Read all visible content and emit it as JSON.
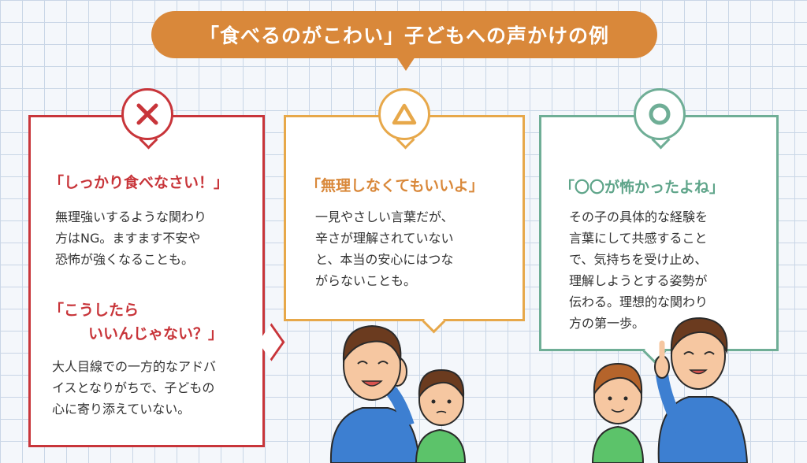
{
  "title": "「食べるのがこわい」子どもへの声かけの例",
  "colors": {
    "bad": "#c8353a",
    "mid": "#e7a84a",
    "good": "#6fae96",
    "banner": "#d9883a"
  },
  "cards": {
    "bad": {
      "icon": "cross-icon",
      "heading1": "「しっかり食べなさい！」",
      "body1": [
        "無理強いするような関わり",
        "方はNG。ますます不安や",
        "恐怖が強くなることも。"
      ],
      "heading2_line1": "「こうしたら",
      "heading2_line2": "いいんじゃない？」",
      "body2": [
        "大人目線での一方的なアドバ",
        "イスとなりがちで、子どもの",
        "心に寄り添えていない。"
      ]
    },
    "mid": {
      "icon": "triangle-icon",
      "heading": "「無理しなくてもいいよ」",
      "body": [
        "一見やさしい言葉だが、",
        "辛さが理解されていない",
        "と、本当の安心にはつな",
        "がらないことも。"
      ]
    },
    "good": {
      "icon": "circle-icon",
      "heading": "「〇〇が怖かったよね」",
      "body": [
        "その子の具体的な経験を",
        "言葉にして共感すること",
        "で、気持ちを受け止め、",
        "理解しようとする姿勢が",
        "伝わる。理想的な関わり",
        "方の第一歩。"
      ]
    }
  }
}
